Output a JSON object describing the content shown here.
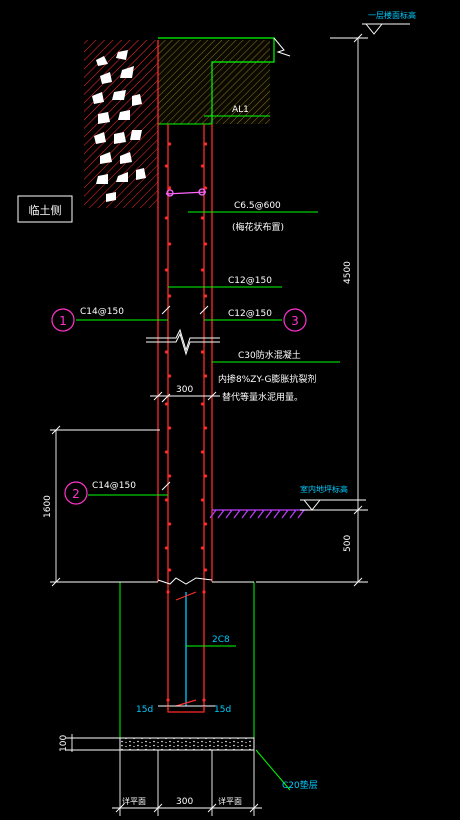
{
  "colors": {
    "background": "#000000",
    "wall": "#ff2a2a",
    "dimension": "#ffffff",
    "leader": "#00ff00",
    "label": "#ffffff",
    "callout": "#ff33cc",
    "stirrup": "#ff66ff",
    "rebar_cyan": "#00ccff",
    "ground_hatch": "#c040ff"
  },
  "labels": {
    "al1": "AL1",
    "c65": "C6.5@600",
    "plum": "(梅花状布置)",
    "c12a": "C12@150",
    "c14a": "C14@150",
    "c12b": "C12@150",
    "callout1": "1",
    "callout3": "3",
    "c30": "C30防水混凝土",
    "admix": "内掺8%ZY-G膨胀抗裂剂",
    "admix2": "替代等量水泥用量。",
    "dim300a": "300",
    "c14b": "C14@150",
    "callout2": "2",
    "dim1600": "1600",
    "two_c8": "2C8",
    "d15a": "15d",
    "d15b": "15d",
    "dim100": "100",
    "c20": "C20垫层",
    "subgrade_a": "详平面",
    "dim300b": "300",
    "subgrade_b": "详平面",
    "soil_side": "临土侧",
    "top_elev": "一层楼面标高",
    "indoor_elev": "室内地坪标高",
    "dim4500": "4500",
    "dim500": "500"
  }
}
